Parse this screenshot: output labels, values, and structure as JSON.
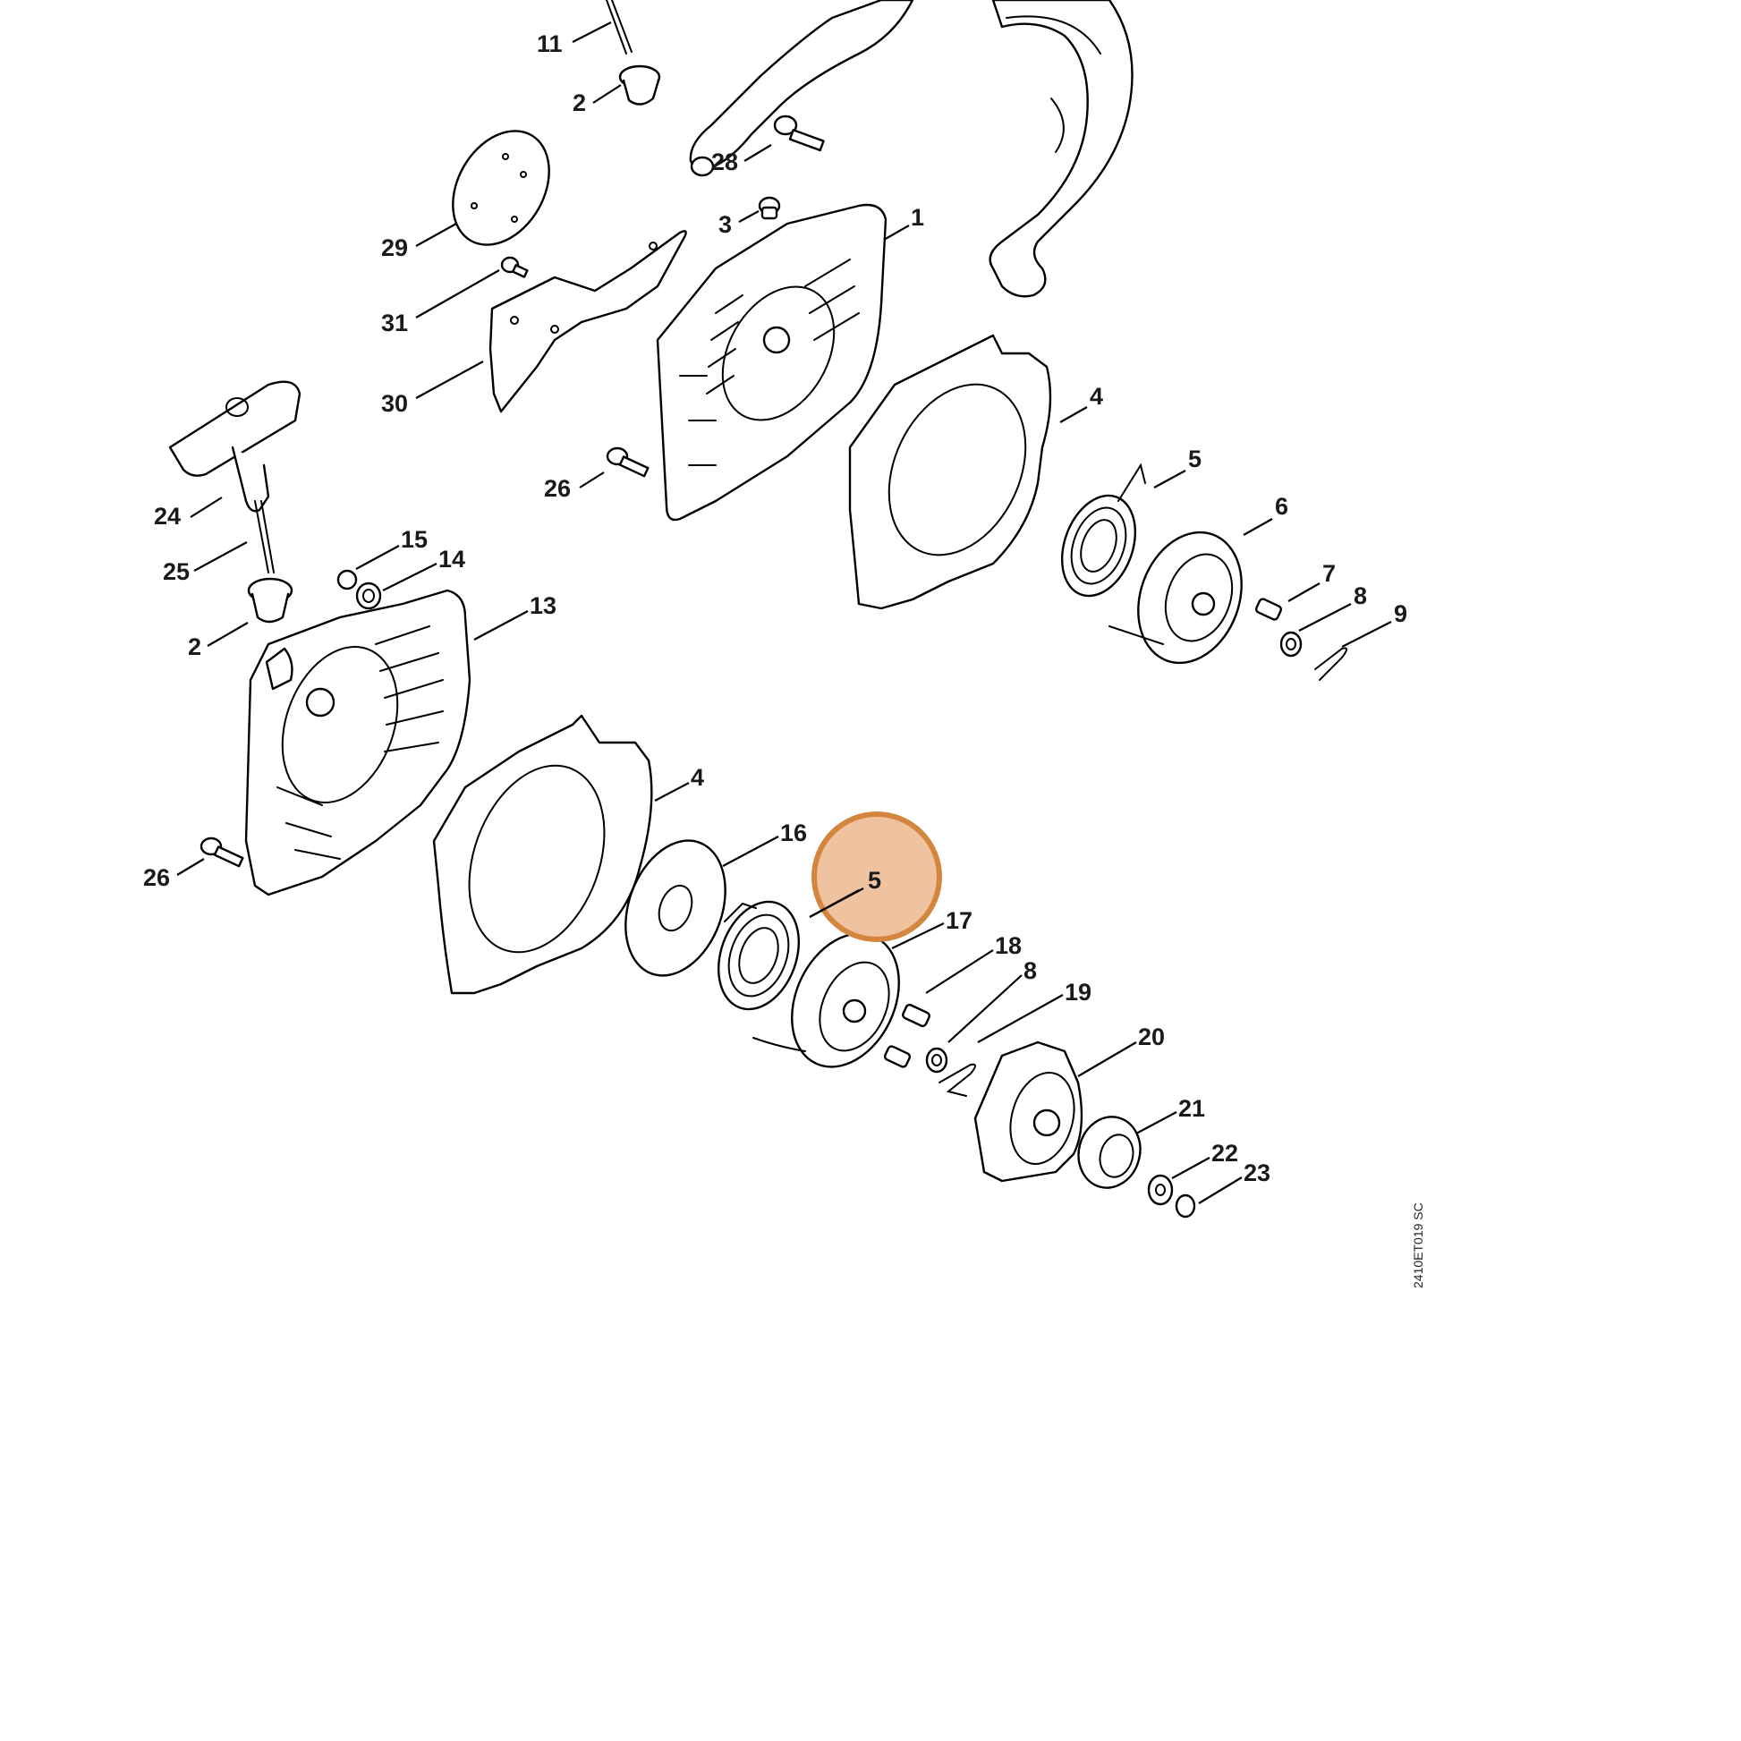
{
  "highlight": {
    "label": "5",
    "fill": "#f0c3a0",
    "stroke": "#d4863f"
  },
  "drawing_code": "2410ET019 SC",
  "callouts": [
    {
      "id": "11",
      "label": "11"
    },
    {
      "id": "2a",
      "label": "2"
    },
    {
      "id": "28",
      "label": "28"
    },
    {
      "id": "3",
      "label": "3"
    },
    {
      "id": "1",
      "label": "1"
    },
    {
      "id": "29",
      "label": "29"
    },
    {
      "id": "31",
      "label": "31"
    },
    {
      "id": "30",
      "label": "30"
    },
    {
      "id": "4a",
      "label": "4"
    },
    {
      "id": "5a",
      "label": "5"
    },
    {
      "id": "6",
      "label": "6"
    },
    {
      "id": "7",
      "label": "7"
    },
    {
      "id": "8a",
      "label": "8"
    },
    {
      "id": "9",
      "label": "9"
    },
    {
      "id": "24",
      "label": "24"
    },
    {
      "id": "26a",
      "label": "26"
    },
    {
      "id": "15",
      "label": "15"
    },
    {
      "id": "14",
      "label": "14"
    },
    {
      "id": "25",
      "label": "25"
    },
    {
      "id": "13",
      "label": "13"
    },
    {
      "id": "2b",
      "label": "2"
    },
    {
      "id": "4b",
      "label": "4"
    },
    {
      "id": "16",
      "label": "16"
    },
    {
      "id": "26b",
      "label": "26"
    },
    {
      "id": "17",
      "label": "17"
    },
    {
      "id": "18",
      "label": "18"
    },
    {
      "id": "8b",
      "label": "8"
    },
    {
      "id": "19",
      "label": "19"
    },
    {
      "id": "20",
      "label": "20"
    },
    {
      "id": "21",
      "label": "21"
    },
    {
      "id": "22",
      "label": "22"
    },
    {
      "id": "23",
      "label": "23"
    }
  ]
}
